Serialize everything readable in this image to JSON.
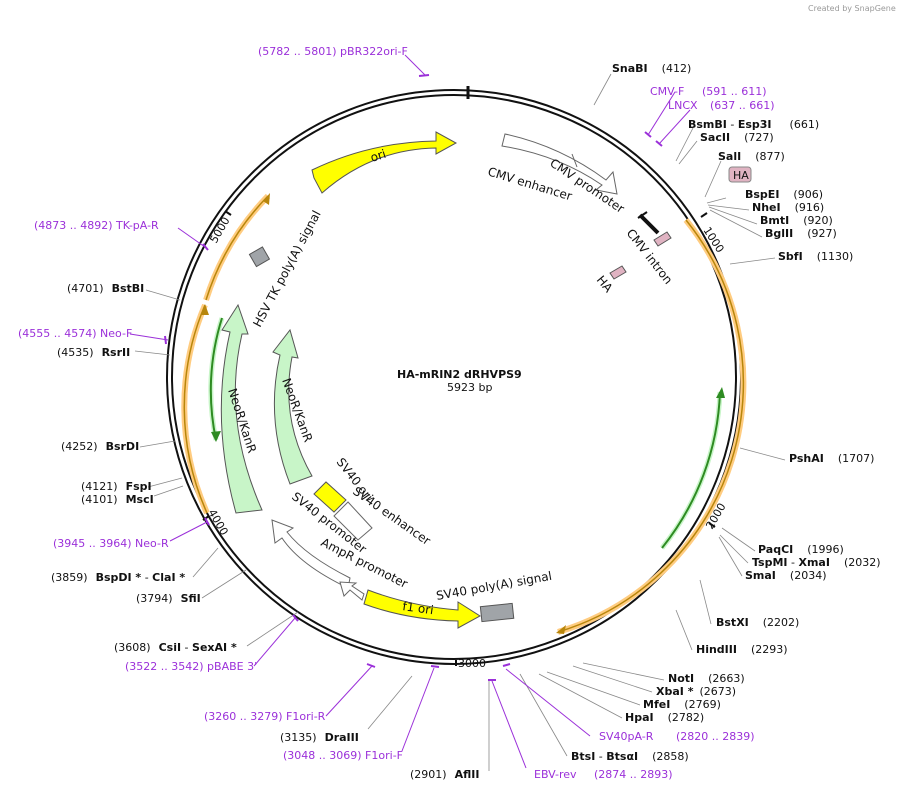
{
  "credit": "Created by  SnapGene",
  "plasmid": {
    "name": "HA-mRIN2 dRHVPS9",
    "size": "5923 bp"
  },
  "ticks": [
    "1000",
    "2000",
    "3000",
    "4000",
    "5000"
  ],
  "sites": [
    {
      "name": "SnaBI",
      "pos": "(412)"
    },
    {
      "name": "BsmBI",
      "sep": " - ",
      "name2": "Esp3I",
      "pos": "(661)"
    },
    {
      "name": "SacII",
      "pos": "(727)"
    },
    {
      "name": "SalI",
      "pos": "(877)"
    },
    {
      "name": "BspEI",
      "pos": "(906)"
    },
    {
      "name": "NheI",
      "pos": "(916)"
    },
    {
      "name": "BmtI",
      "pos": "(920)"
    },
    {
      "name": "BglII",
      "pos": "(927)"
    },
    {
      "name": "SbfI",
      "pos": "(1130)"
    },
    {
      "name": "PshAI",
      "pos": "(1707)"
    },
    {
      "name": "PaqCI",
      "pos": "(1996)"
    },
    {
      "name": "TspMI",
      "sep": " - ",
      "name2": "XmaI",
      "pos": "(2032)"
    },
    {
      "name": "SmaI",
      "pos": "(2034)"
    },
    {
      "name": "BstXI",
      "pos": "(2202)"
    },
    {
      "name": "HindIII",
      "pos": "(2293)"
    },
    {
      "name": "NotI",
      "pos": "(2663)"
    },
    {
      "name": "XbaI *",
      "pos": "(2673)"
    },
    {
      "name": "MfeI",
      "pos": "(2769)"
    },
    {
      "name": "HpaI",
      "pos": "(2782)"
    },
    {
      "name": "BtsI",
      "sep": " - ",
      "name2": "BtsαI",
      "pos": "(2858)"
    },
    {
      "name": "AflII",
      "pos": "(2901)"
    },
    {
      "name": "DraIII",
      "pos": "(3135)"
    },
    {
      "name": "CsiI",
      "sep": " - ",
      "name2": "SexAI *",
      "pos": "(3608)"
    },
    {
      "name": "SfiI",
      "pos": "(3794)"
    },
    {
      "name": "BspDI *",
      "sep": " - ",
      "name2": "ClaI *",
      "pos": "(3859)"
    },
    {
      "name": "MscI",
      "pos": "(4101)"
    },
    {
      "name": "FspI",
      "pos": "(4121)"
    },
    {
      "name": "BsrDI",
      "pos": "(4252)"
    },
    {
      "name": "RsrII",
      "pos": "(4535)"
    },
    {
      "name": "BstBI",
      "pos": "(4701)"
    }
  ],
  "primers": [
    {
      "label": "(5782 .. 5801)  pBR322ori-F"
    },
    {
      "label": "CMV-F"
    },
    {
      "label": "(591 .. 611)"
    },
    {
      "label": "LNCX"
    },
    {
      "label": "(637 .. 661)"
    },
    {
      "label": "(4873 .. 4892)  TK-pA-R"
    },
    {
      "label": "(4555 .. 4574)  Neo-F"
    },
    {
      "label": "(3945 .. 3964)  Neo-R"
    },
    {
      "label": "(3522 .. 3542)  pBABE 3'"
    },
    {
      "label": "(3260 .. 3279)  F1ori-R"
    },
    {
      "label": "(3048 .. 3069)  F1ori-F"
    },
    {
      "label": "EBV-rev"
    },
    {
      "label": "(2874 .. 2893)"
    },
    {
      "label": "SV40pA-R"
    },
    {
      "label": "(2820 .. 2839)"
    }
  ],
  "features": {
    "ori": "ori",
    "cmv_enhancer": "CMV enhancer",
    "cmv_promoter": "CMV promoter",
    "cmv_intron": "CMV intron",
    "ha_inner": "HA",
    "ha_tag": "HA",
    "hsv_tk": "HSV TK poly(A) signal",
    "neor_outer": "NeoR/KanR",
    "neor_inner": "NeoR/KanR",
    "sv40_ori": "SV40 ori",
    "sv40_enhancer": "SV40 enhancer",
    "sv40_promoter": "SV40 promoter",
    "ampr_promoter": "AmpR promoter",
    "f1_ori": "f1 ori",
    "sv40_polya": "SV40 poly(A) signal"
  },
  "colors": {
    "backbone": "#111111",
    "primer": "#9b30d9",
    "ori": "#ffff00",
    "neor": "#c8f5c8",
    "orf": "#ffcc80",
    "orf_line": "#b8860b",
    "green_arrow": "#2e8b22",
    "ha": "#e0b3c2",
    "polya": "#a0a4a8",
    "promoter": "#ffffff"
  }
}
